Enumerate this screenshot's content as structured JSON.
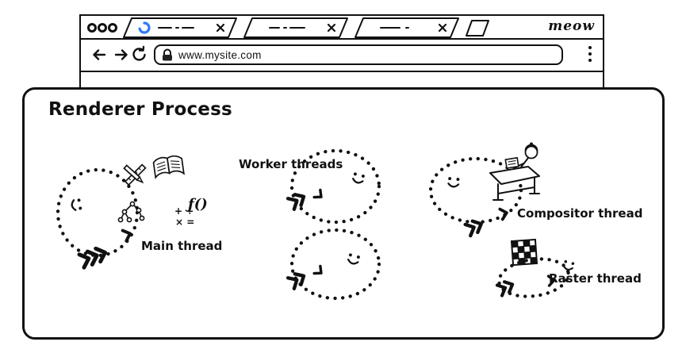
{
  "browser": {
    "brand": "meow",
    "url": "www.mysite.com"
  },
  "renderer": {
    "title": "Renderer Process",
    "labels": {
      "main": "Main thread",
      "worker": "Worker threads",
      "compositor": "Compositor thread",
      "raster": "Raster thread"
    },
    "main_icons": {
      "function_label": "ƒ()",
      "math_row1": "+ ÷",
      "math_row2": "× ="
    }
  },
  "colors": {
    "ink": "#111111",
    "spinner_blue": "#2e7cf6"
  }
}
